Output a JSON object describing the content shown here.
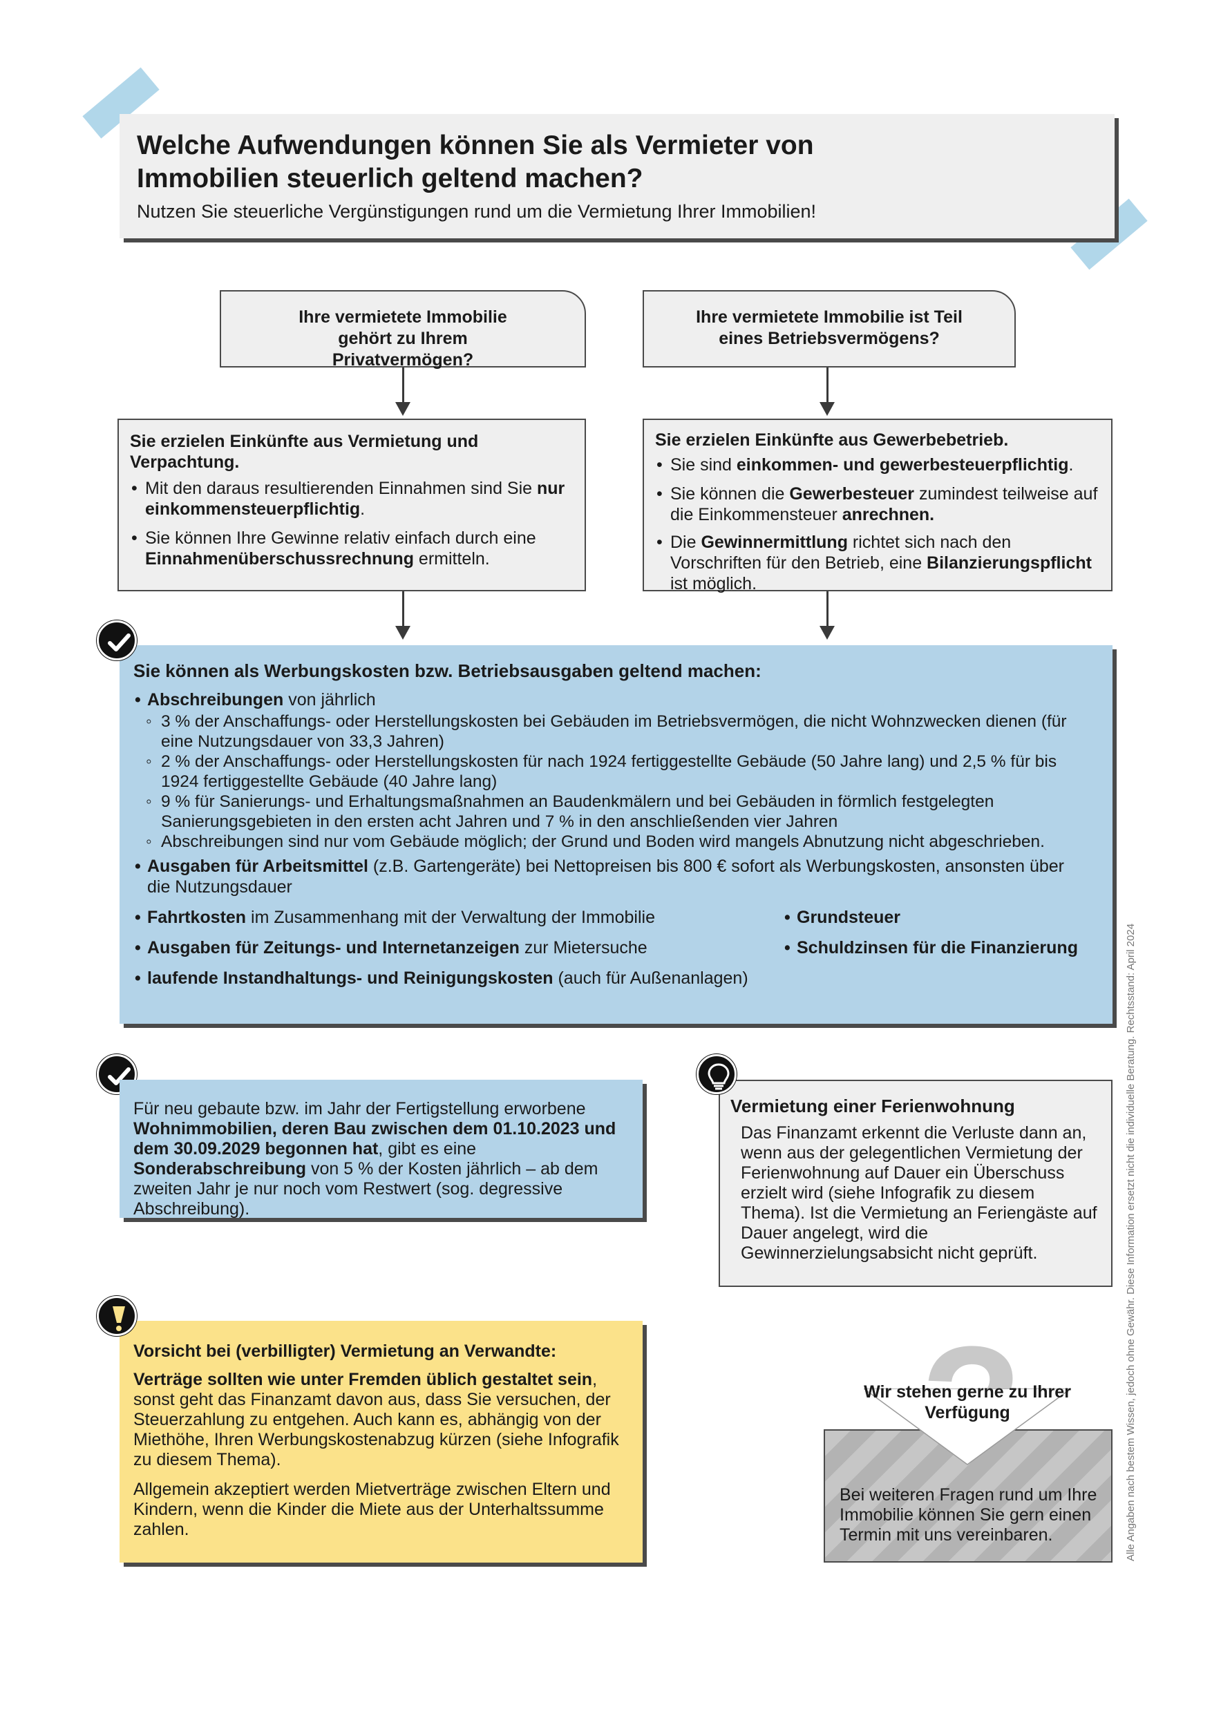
{
  "header": {
    "title": "Welche Aufwendungen können Sie als Vermieter von Immobilien steuerlich geltend machen?",
    "subtitle": "Nutzen Sie steuerliche Vergünstigungen rund um die Vermietung Ihrer Immobilien!"
  },
  "left_question": "Ihre vermietete Immobilie gehört zu Ihrem Privatvermögen?",
  "right_question": "Ihre vermietete Immobilie ist Teil eines Betriebsvermögens?",
  "left_info": {
    "head": "Sie erzielen Einkünfte aus Vermietung und Verpachtung.",
    "b1_pre": "Mit den daraus resultierenden Einnahmen sind Sie ",
    "b1_bold": "nur einkommensteuerpflichtig",
    "b1_post": ".",
    "b2_pre": "Sie können Ihre Gewinne relativ einfach durch eine ",
    "b2_bold": "Einnahmenüberschussrechnung",
    "b2_post": " ermitteln."
  },
  "right_info": {
    "head": "Sie erzielen Einkünfte aus Gewerbebetrieb.",
    "b1_pre": "Sie sind ",
    "b1_bold": "einkommen- und gewerbesteuerpflichtig",
    "b1_post": ".",
    "b2_pre": "Sie können die ",
    "b2_bold1": "Gewerbesteuer",
    "b2_mid": " zumindest teilweise auf die Einkommensteuer ",
    "b2_bold2": "anrechnen.",
    "b3_pre": "Die ",
    "b3_bold1": "Gewinnermittlung",
    "b3_mid": " richtet sich nach den Vorschriften für den Betrieb, eine ",
    "b3_bold2": "Bilanzierungspflicht",
    "b3_post": " ist möglich."
  },
  "main": {
    "head": "Sie können als Werbungskosten bzw. Betriebsausgaben geltend machen:",
    "abschr_bold": "Abschreibungen",
    "abschr_rest": " von jährlich",
    "sub1": "3 % der Anschaffungs- oder Herstellungskosten bei Gebäuden im Betriebsvermögen, die nicht Wohnzwecken dienen (für eine Nutzungsdauer von 33,3 Jahren)",
    "sub2": "2 % der Anschaffungs- oder Herstellungskosten für nach 1924 fertiggestellte Gebäude (50 Jahre lang) und 2,5 % für bis 1924 fertiggestellte Gebäude (40 Jahre lang)",
    "sub3": "9 % für Sanierungs- und Erhaltungsmaßnahmen an Baudenkmälern und bei Gebäuden in förmlich festgelegten Sanierungsgebieten in den ersten acht Jahren und 7 % in den anschließenden vier Jahren",
    "sub4": "Abschreibungen sind nur vom Gebäude möglich; der Grund und Boden wird mangels Abnutzung nicht abgeschrieben.",
    "arbeit_bold": "Ausgaben für Arbeitsmittel",
    "arbeit_rest": " (z.B. Gartengeräte) bei Nettopreisen bis 800 € sofort als Werbungskosten, ansonsten über die Nutzungsdauer",
    "fahrt_bold": "Fahrtkosten",
    "fahrt_rest": " im Zusammenhang mit der Verwaltung der Immobilie",
    "anzeigen_bold": "Ausgaben für Zeitungs- und Internetanzeigen",
    "anzeigen_rest": " zur Mietersuche",
    "instand_bold": "laufende Instandhaltungs- und Reinigungskosten",
    "instand_rest": " (auch für Außenanlagen)",
    "grundsteuer": "Grundsteuer",
    "schuldzinsen": "Schuldzinsen für die Finanzierung"
  },
  "neubau": {
    "t1": "Für neu gebaute bzw. im Jahr der Fertigstellung erworbene ",
    "t2_bold": "Wohnimmobilien, deren Bau zwischen dem 01.10.2023 und dem 30.09.2029 begonnen hat",
    "t3": ", gibt es eine ",
    "t4_bold": "Sonderabschreibung",
    "t5": " von 5 % der Kosten jährlich – ab dem zweiten Jahr je nur noch vom Restwert (sog. degressive Abschreibung)."
  },
  "ferien": {
    "head": "Vermietung einer Ferienwohnung",
    "text": "Das Finanzamt erkennt die Verluste dann an, wenn aus der gelegentlichen Vermietung der Ferienwohnung auf Dauer ein Überschuss erzielt wird (siehe Infografik zu diesem Thema). Ist die Vermietung an Feriengäste auf Dauer angelegt, wird die Gewinnerzielungsabsicht nicht geprüft."
  },
  "vorsicht": {
    "head": "Vorsicht bei (verbilligter) Vermietung an Verwandte:",
    "p1_bold": "Verträge sollten wie unter Fremden üblich gestaltet sein",
    "p1_rest": ", sonst geht das Finanzamt davon aus, dass Sie versuchen, der Steuerzahlung zu entgehen. Auch kann es, abhängig von der Miethöhe, Ihren Werbungskostenabzug kürzen (siehe Infografik zu diesem Thema).",
    "p2": "Allgemein akzeptiert werden Mietverträge zwischen Eltern und Kindern, wenn die Kinder die Miete aus der Unterhaltssumme zahlen."
  },
  "contact": {
    "head": "Wir stehen gerne zu Ihrer Verfügung",
    "text": "Bei weiteren Fragen rund um Ihre Immobilie können Sie gern einen Termin mit uns vereinbaren.",
    "qmark": "?"
  },
  "sidenote": "Alle Angaben nach bestem Wissen, jedoch ohne Gewähr. Diese Information ersetzt nicht die individuelle Beratung. Rechtsstand: April 2024",
  "icons": {
    "check": "✓",
    "lightbulb": "lightbulb-icon",
    "warning": "!"
  },
  "colors": {
    "blue": "#b3d3e8",
    "yellow": "#fbe28a",
    "grey": "#efefef",
    "tape": "#a9d3e8"
  }
}
